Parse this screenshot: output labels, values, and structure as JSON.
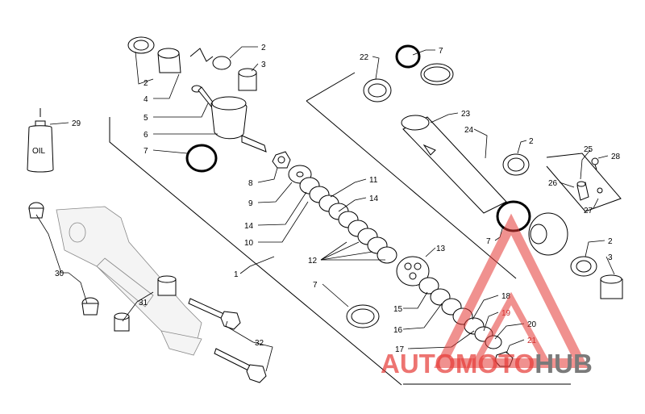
{
  "diagram": {
    "callouts": [
      "1",
      "2",
      "3",
      "4",
      "5",
      "6",
      "7",
      "8",
      "9",
      "10",
      "11",
      "12",
      "13",
      "14",
      "15",
      "16",
      "17",
      "18",
      "19",
      "20",
      "21",
      "22",
      "23",
      "24",
      "25",
      "26",
      "27",
      "28",
      "29",
      "30",
      "31",
      "32"
    ],
    "oil_bottle_label": "OIL",
    "colors": {
      "line": "#000000",
      "watermark_red": "#e53935",
      "watermark_gray": "#7a7a7a",
      "highlight_callout": "#c62828"
    }
  },
  "watermark": {
    "brand_part1": "AUTOMOTO",
    "brand_part2": "HUB"
  }
}
